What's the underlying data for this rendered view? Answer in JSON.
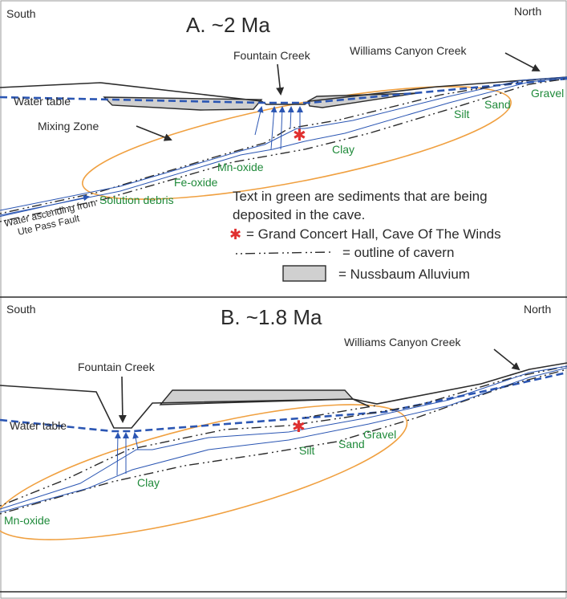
{
  "panel_a": {
    "title": "A.   ~2 Ma",
    "south": "South",
    "north": "North",
    "fountain_creek": "Fountain Creek",
    "williams_canyon_creek": "Williams Canyon Creek",
    "water_table": "Water table",
    "mixing_zone": "Mixing Zone",
    "water_ascending_line1": "Water ascending from",
    "water_ascending_line2": "Ute Pass Fault",
    "sediments": {
      "gravel": "Gravel",
      "sand": "Sand",
      "silt": "Silt",
      "clay": "Clay",
      "mn_oxide": "Mn-oxide",
      "fe_oxide": "Fe-oxide",
      "solution_debris": "Solution debris"
    }
  },
  "legend": {
    "green_note_line1": "Text in green are sediments that are being",
    "green_note_line2": "deposited in the cave.",
    "star_label": "= Grand Concert Hall, Cave Of The Winds",
    "cavern_label": "= outline of cavern",
    "alluvium_label": "= Nussbaum Alluvium"
  },
  "panel_b": {
    "title": "B.   ~1.8 Ma",
    "south": "South",
    "north": "North",
    "fountain_creek": "Fountain Creek",
    "williams_canyon_creek": "Williams Canyon Creek",
    "water_table": "Water table",
    "sediments": {
      "gravel": "Gravel",
      "sand": "Sand",
      "silt": "Silt",
      "clay": "Clay",
      "mn_oxide": "Mn-oxide"
    }
  },
  "colors": {
    "sediment_text": "#1f8a3a",
    "water": "#2b56b3",
    "mixing_zone": "#f0a040",
    "star": "#e03030",
    "alluvium": "#d0d0d0"
  }
}
